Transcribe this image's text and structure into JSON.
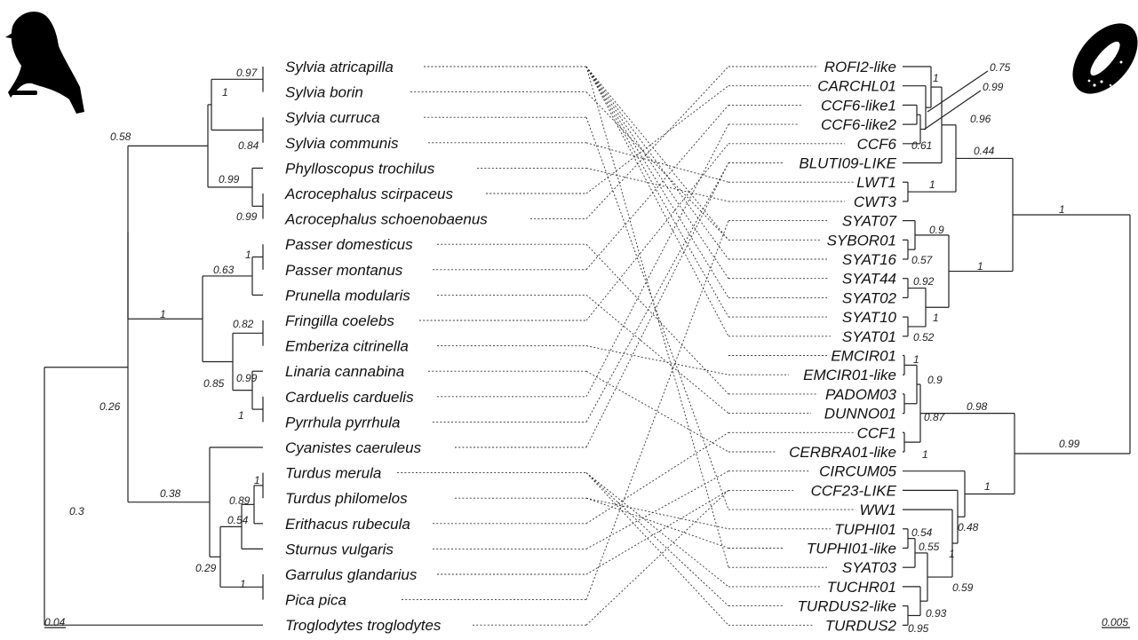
{
  "host_tree": {
    "taxa": [
      "Sylvia atricapilla",
      "Sylvia borin",
      "Sylvia curruca",
      "Sylvia communis",
      "Phylloscopus trochilus",
      "Acrocephalus scirpaceus",
      "Acrocephalus schoenobaenus",
      "Passer domesticus",
      "Passer montanus",
      "Prunella modularis",
      "Fringilla coelebs",
      "Emberiza citrinella",
      "Linaria cannabina",
      "Carduelis carduelis",
      "Pyrrhula pyrrhula",
      "Cyanistes caeruleus",
      "Turdus merula",
      "Turdus philomelos",
      "Erithacus rubecula",
      "Sturnus vulgaris",
      "Garrulus glandarius",
      "Pica pica",
      "Troglodytes troglodytes"
    ],
    "supports": [
      "0.97",
      "1",
      "0.84",
      "0.99",
      "0.99",
      "0.58",
      "1",
      "0.63",
      "0.82",
      "0.99",
      "1",
      "0.85",
      "1",
      "1",
      "0.89",
      "0.54",
      "1",
      "0.29",
      "0.38",
      "0.26",
      "0.3"
    ],
    "scale_label": "0.04",
    "icon": "bird-silhouette-icon"
  },
  "parasite_tree": {
    "taxa": [
      "ROFI2-like",
      "CARCHL01",
      "CCF6-like1",
      "CCF6-like2",
      "CCF6",
      "BLUTI09-LIKE",
      "LWT1",
      "CWT3",
      "SYAT07",
      "SYBOR01",
      "SYAT16",
      "SYAT44",
      "SYAT02",
      "SYAT10",
      "SYAT01",
      "EMCIR01",
      "EMCIR01-like",
      "PADOM03",
      "DUNNO01",
      "CCF1",
      "CERBRA01-like",
      "CIRCUM05",
      "CCF23-LIKE",
      "WW1",
      "TUPHI01",
      "TUPHI01-like",
      "SYAT03",
      "TUCHR01",
      "TURDUS2-like",
      "TURDUS2"
    ],
    "supports": [
      "0.75",
      "0.99",
      "1",
      "0.61",
      "0.96",
      "1",
      "0.44",
      "1",
      "0.9",
      "0.57",
      "1",
      "0.92",
      "1",
      "0.52",
      "1",
      "0.9",
      "0.87",
      "1",
      "0.98",
      "0.99",
      "0.54",
      "0.55",
      "1",
      "0.59",
      "0.93",
      "0.95",
      "1",
      "0.48"
    ],
    "scale_label": "0.005",
    "icon": "parasite-cell-icon"
  },
  "associations": [
    [
      0,
      9
    ],
    [
      0,
      12
    ],
    [
      0,
      13
    ],
    [
      0,
      14
    ],
    [
      0,
      26
    ],
    [
      0,
      10
    ],
    [
      0,
      11
    ],
    [
      1,
      9
    ],
    [
      2,
      23
    ],
    [
      3,
      6
    ],
    [
      4,
      7
    ],
    [
      5,
      1
    ],
    [
      6,
      0
    ],
    [
      7,
      17
    ],
    [
      8,
      2
    ],
    [
      9,
      18
    ],
    [
      10,
      4
    ],
    [
      11,
      16
    ],
    [
      12,
      20
    ],
    [
      13,
      3
    ],
    [
      14,
      5
    ],
    [
      15,
      5
    ],
    [
      16,
      28
    ],
    [
      16,
      29
    ],
    [
      16,
      27
    ],
    [
      17,
      24
    ],
    [
      17,
      25
    ],
    [
      18,
      19
    ],
    [
      19,
      21
    ],
    [
      20,
      22
    ],
    [
      21,
      8
    ],
    [
      22,
      22
    ]
  ]
}
